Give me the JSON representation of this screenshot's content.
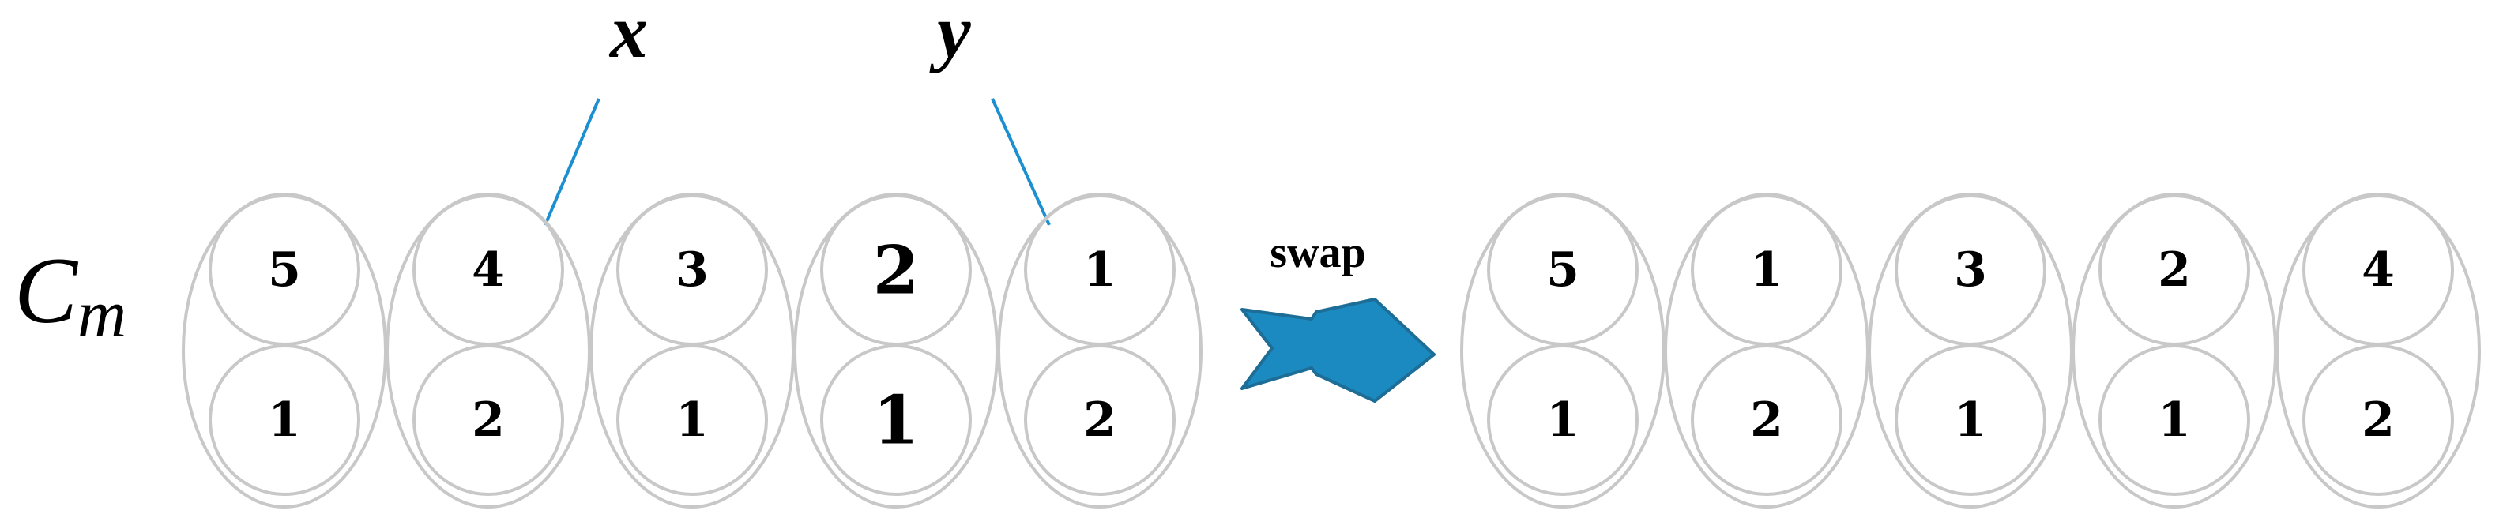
{
  "labels": {
    "row_label_main": "C",
    "row_label_sub": "m",
    "x_label": "x",
    "y_label": "y",
    "swap_label": "swap"
  },
  "colors": {
    "outline": "#c8c8c8",
    "pointer_line": "#1b8fd0",
    "arrow_fill": "#1a8ac0",
    "arrow_stroke": "#1d6d96",
    "text": "#000000"
  },
  "before": [
    {
      "top": "5",
      "bottom": "1"
    },
    {
      "top": "4",
      "bottom": "2"
    },
    {
      "top": "3",
      "bottom": "1"
    },
    {
      "top": "2",
      "bottom": "1",
      "emphasis": true
    },
    {
      "top": "1",
      "bottom": "2"
    }
  ],
  "after": [
    {
      "top": "5",
      "bottom": "1"
    },
    {
      "top": "1",
      "bottom": "2"
    },
    {
      "top": "3",
      "bottom": "1"
    },
    {
      "top": "2",
      "bottom": "1"
    },
    {
      "top": "4",
      "bottom": "2"
    }
  ]
}
